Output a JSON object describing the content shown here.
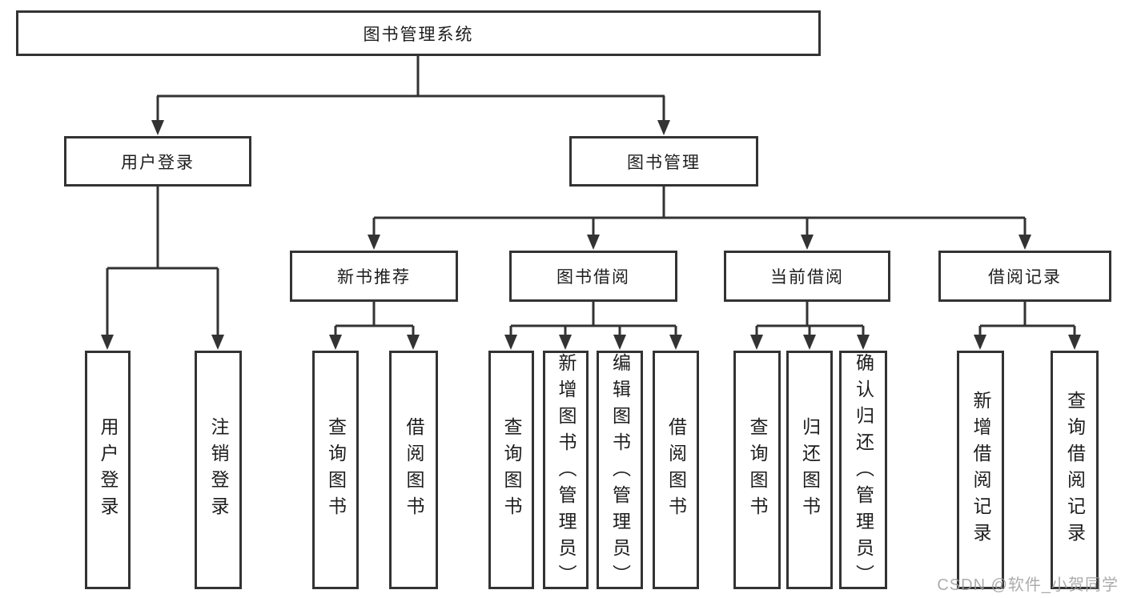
{
  "diagram_title": "图书管理系统",
  "tree": {
    "label": "图书管理系统",
    "children": [
      {
        "label": "用户登录",
        "children": [
          {
            "label": "用户登录"
          },
          {
            "label": "注销登录"
          }
        ]
      },
      {
        "label": "图书管理",
        "children": [
          {
            "label": "新书推荐",
            "children": [
              {
                "label": "查询图书"
              },
              {
                "label": "借阅图书"
              }
            ]
          },
          {
            "label": "图书借阅",
            "children": [
              {
                "label": "查询图书"
              },
              {
                "label": "新增图书（管理员）"
              },
              {
                "label": "编辑图书（管理员）"
              },
              {
                "label": "借阅图书"
              }
            ]
          },
          {
            "label": "当前借阅",
            "children": [
              {
                "label": "查询图书"
              },
              {
                "label": "归还图书"
              },
              {
                "label": "确认归还（管理员）"
              }
            ]
          },
          {
            "label": "借阅记录",
            "children": [
              {
                "label": "新增借阅记录"
              },
              {
                "label": "查询借阅记录"
              }
            ]
          }
        ]
      }
    ]
  },
  "watermark": "CSDN @软件_小贺同学",
  "colors": {
    "line": "#333333",
    "box_border": "#333333",
    "box_bg": "#ffffff",
    "text": "#1d1d1d",
    "watermark": "#9e9e9e"
  }
}
